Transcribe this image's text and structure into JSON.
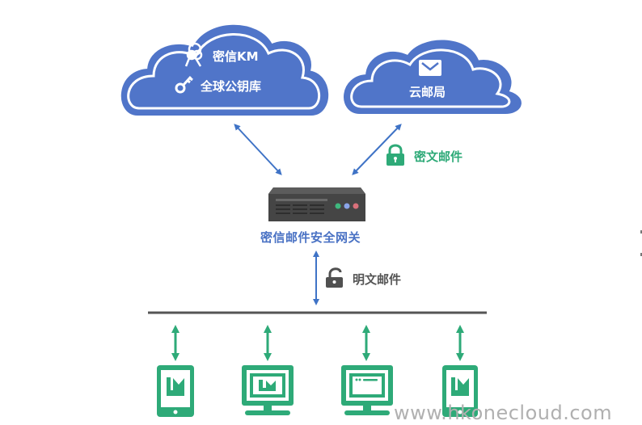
{
  "clouds": {
    "km": {
      "line1": "密信KM",
      "line2": "全球公钥库",
      "icon1": "keys-icon",
      "icon2": "key-icon"
    },
    "post": {
      "label": "云邮局",
      "icon": "envelope-icon"
    }
  },
  "gateway": {
    "label": "密信邮件安全网关"
  },
  "links": {
    "encrypted_label": "密文邮件",
    "plain_label": "明文邮件"
  },
  "devices": [
    {
      "type": "tablet",
      "icon": "tablet-icon"
    },
    {
      "type": "desktop-mail",
      "icon": "monitor-mail-icon"
    },
    {
      "type": "desktop-web",
      "icon": "monitor-browser-icon"
    },
    {
      "type": "phone",
      "icon": "phone-icon"
    }
  ],
  "watermark": "www.hkonecloud.com",
  "colors": {
    "cloud_fill": "#5075c9",
    "arrow_blue": "#3f73c6",
    "green": "#2eaa78",
    "server": "#4a4a4a",
    "gray_text": "#555555"
  }
}
